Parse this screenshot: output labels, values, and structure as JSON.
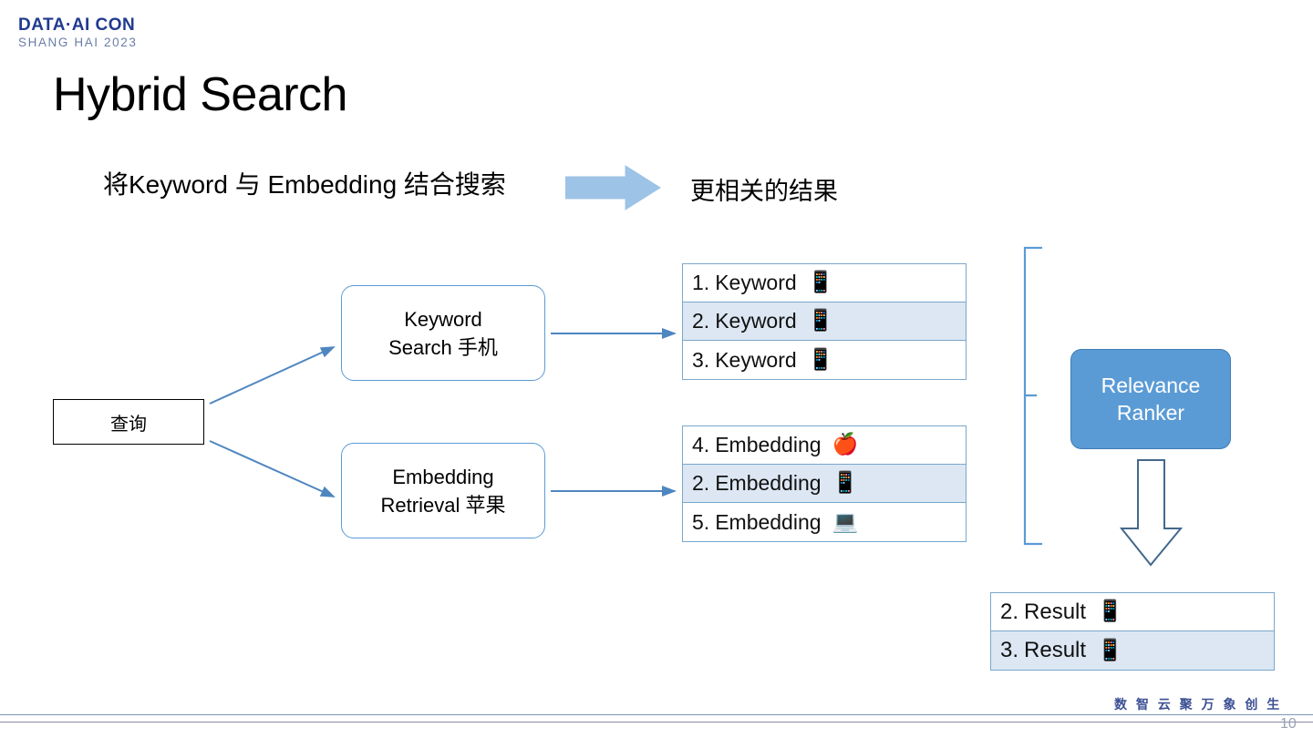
{
  "logo": {
    "main": "DATA·AI CON",
    "sub": "SHANG HAI 2023",
    "main_color": "#213A8F",
    "sub_color": "#6A7DA8"
  },
  "title": "Hybrid Search",
  "subtitle": {
    "left": "将Keyword 与 Embedding 结合搜索",
    "right": "更相关的结果",
    "arrow_icon": "right-block-arrow-icon",
    "arrow_color": "#9DC3E6"
  },
  "diagram": {
    "query_box": "查询",
    "stages": [
      {
        "line1": "Keyword",
        "line2": "Search 手机"
      },
      {
        "line1": "Embedding",
        "line2": "Retrieval 苹果"
      }
    ],
    "keyword_results": [
      {
        "rank": "1.",
        "label": "Keyword",
        "emoji": "📱",
        "emoji_name": "phone-icon",
        "highlighted": false
      },
      {
        "rank": "2.",
        "label": "Keyword",
        "emoji": "📱",
        "emoji_name": "phone-apps-icon",
        "highlighted": true
      },
      {
        "rank": "3.",
        "label": "Keyword",
        "emoji": "📱",
        "emoji_name": "phone-outline-icon",
        "highlighted": false
      }
    ],
    "embedding_results": [
      {
        "rank": "4.",
        "label": "Embedding",
        "emoji": "🍎",
        "emoji_name": "apple-icon",
        "highlighted": false
      },
      {
        "rank": "2.",
        "label": "Embedding",
        "emoji": "📱",
        "emoji_name": "phone-apps-icon",
        "highlighted": true
      },
      {
        "rank": "5.",
        "label": "Embedding",
        "emoji": "💻",
        "emoji_name": "laptop-icon",
        "highlighted": false
      }
    ],
    "ranker": {
      "line1": "Relevance",
      "line2": "Ranker",
      "color": "#5B9BD5",
      "text_color": "#FFFFFF"
    },
    "final_results": [
      {
        "rank": "2.",
        "label": "Result",
        "emoji": "📱",
        "emoji_name": "phone-apps-icon",
        "highlighted": false
      },
      {
        "rank": "3.",
        "label": "Result",
        "emoji": "📱",
        "emoji_name": "phone-outline-icon",
        "highlighted": true
      }
    ],
    "connector_color": "#5B9BD5",
    "highlight_color": "#DCE7F3",
    "down_arrow_icon": "down-block-arrow-icon",
    "brace_icon": "right-brace-icon"
  },
  "footer": {
    "slogan": "数 智 云 聚   万 象 创 生",
    "page_number": "10",
    "slogan_color": "#3B4F93"
  }
}
